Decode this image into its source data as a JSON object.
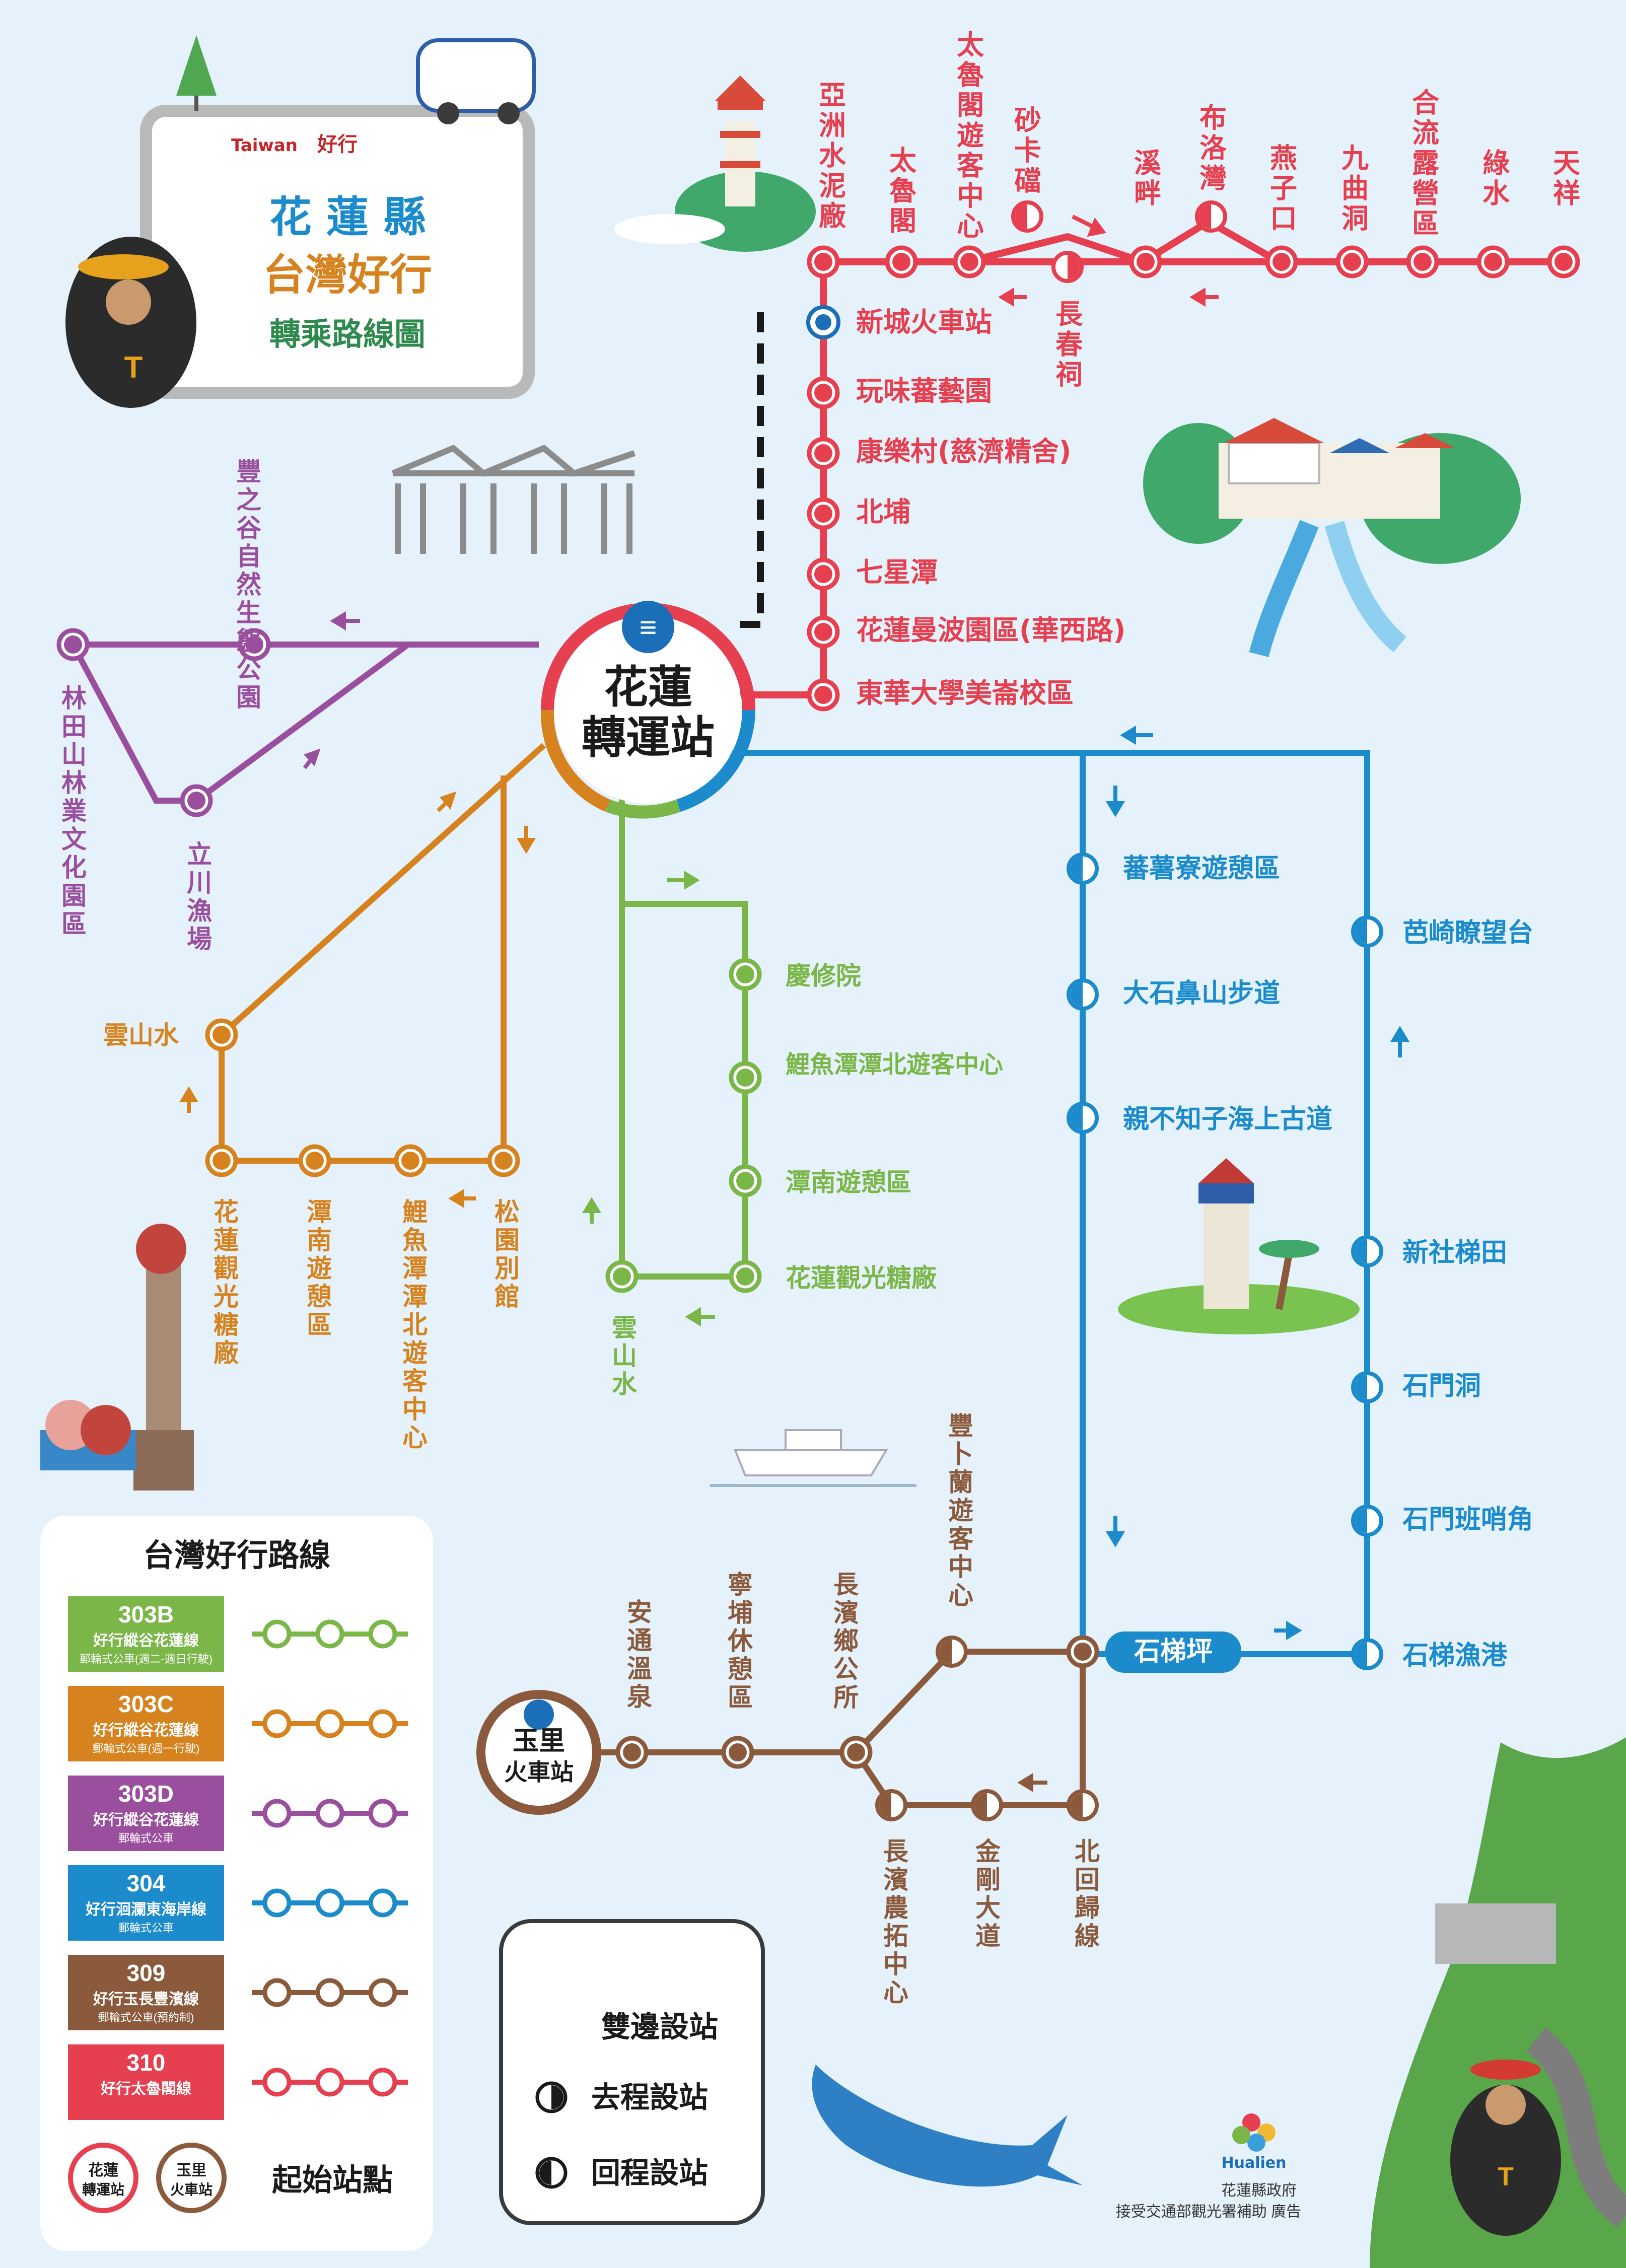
{
  "colors": {
    "r310": "#e63f4f",
    "r303b": "#7ab648",
    "r303c": "#d6831f",
    "r303d": "#9a4f9e",
    "r304": "#1b8bcb",
    "r309": "#8b5a3c",
    "bg": "#e5f2fb",
    "road": "#b9b9b9"
  },
  "header": {
    "taiwan": "Taiwan",
    "logo_text": "好行",
    "line1": "花 蓮 縣",
    "line2": "台灣好行",
    "line3": "轉乘路線圖"
  },
  "hub": {
    "line1": "花蓮",
    "line2": "轉運站"
  },
  "route310": {
    "top_stations": [
      "亞洲水泥廠",
      "太魯閣",
      "太魯閣遊客中心",
      "砂卡礑",
      "長春祠",
      "溪畔",
      "布洛灣",
      "燕子口",
      "九曲洞",
      "合流露營區",
      "綠水",
      "天祥"
    ],
    "side_stations": [
      "新城火車站",
      "玩味蕃藝園",
      "康樂村(慈濟精舍)",
      "北埔",
      "七星潭",
      "花蓮曼波園區(華西路)",
      "東華大學美崙校區"
    ]
  },
  "route303d": {
    "stations": [
      "豐之谷自然生態公園",
      "林田山林業文化園區",
      "立川漁場"
    ]
  },
  "route303c": {
    "stations": [
      "雲山水",
      "花蓮觀光糖廠",
      "潭南遊憩區",
      "鯉魚潭潭北遊客中心",
      "松園別館"
    ]
  },
  "route303b": {
    "stations": [
      "慶修院",
      "鯉魚潭潭北遊客中心",
      "潭南遊憩區",
      "花蓮觀光糖廠",
      "雲山水"
    ]
  },
  "route304": {
    "left": [
      "蕃薯寮遊憩區",
      "大石鼻山步道",
      "親不知子海上古道"
    ],
    "right": [
      "芭崎瞭望台",
      "新社梯田",
      "石門洞",
      "石門班哨角",
      "石梯漁港"
    ],
    "hub": "石梯坪"
  },
  "route309": {
    "yuli_line1": "玉里",
    "yuli_line2": "火車站",
    "stations": [
      "安通溫泉",
      "寧埔休憩區",
      "長濱鄉公所",
      "豐卜蘭遊客中心",
      "北回歸線",
      "金剛大道",
      "長濱農拓中心"
    ]
  },
  "legend": {
    "title": "台灣好行路線",
    "start_label": "起始站點",
    "hub_badge_line1": "花蓮",
    "hub_badge_line2": "轉運站",
    "yuli_badge_line1": "玉里",
    "yuli_badge_line2": "火車站",
    "routes": [
      {
        "code": "303B",
        "name": "好行縱谷花蓮線",
        "sub": "郵輪式公車(週二-週日行駛)",
        "color": "#7ab648"
      },
      {
        "code": "303C",
        "name": "好行縱谷花蓮線",
        "sub": "郵輪式公車(週一行駛)",
        "color": "#d6831f"
      },
      {
        "code": "303D",
        "name": "好行縱谷花蓮線",
        "sub": "郵輪式公車",
        "color": "#9a4f9e"
      },
      {
        "code": "304",
        "name": "好行洄瀾東海岸線",
        "sub": "郵輪式公車",
        "color": "#1b8bcb"
      },
      {
        "code": "309",
        "name": "好行玉長豐濱線",
        "sub": "郵輪式公車(預約制)",
        "color": "#8b5a3c"
      },
      {
        "code": "310",
        "name": "好行太魯閣線",
        "sub": "",
        "color": "#e63f4f"
      }
    ]
  },
  "stop_legend": {
    "both": "雙邊設站",
    "outbound": "去程設站",
    "return": "回程設站"
  },
  "footer": {
    "brand": "Hualien",
    "gov": "花蓮縣政府",
    "credit": "接受交通部觀光署補助 廣告"
  }
}
